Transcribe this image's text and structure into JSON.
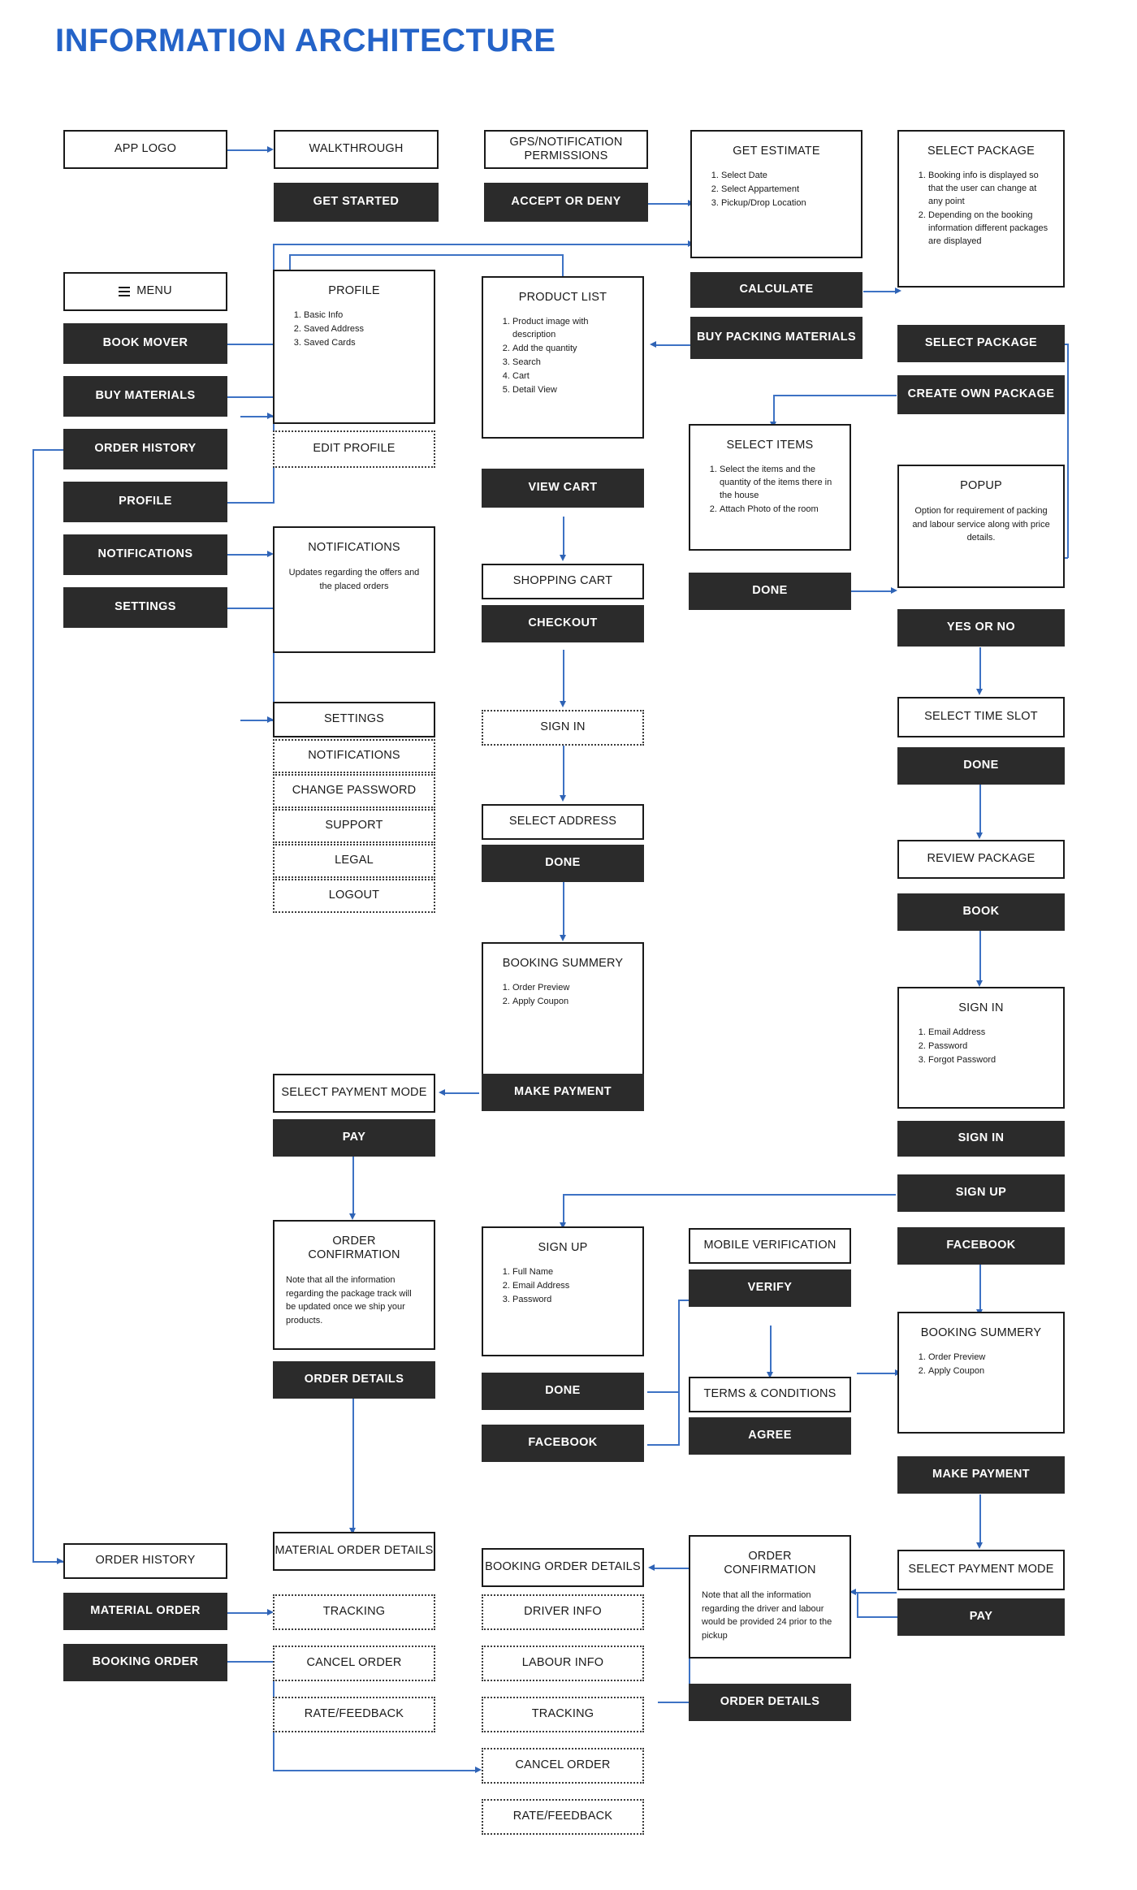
{
  "page": {
    "title": "INFORMATION ARCHITECTURE",
    "accent_color": "#2463c8",
    "connector_color": "#3d72c4",
    "dark_fill": "#2b2b2b"
  },
  "nodes": {
    "app_logo": "APP LOGO",
    "walkthrough": "WALKTHROUGH",
    "get_started": "GET STARTED",
    "gps_permissions": "GPS/NOTIFICATION PERMISSIONS",
    "accept_or_deny": "ACCEPT OR DENY",
    "get_estimate": {
      "title": "GET ESTIMATE",
      "items": [
        "Select Date",
        "Select Appartement",
        "Pickup/Drop Location"
      ]
    },
    "calculate": "CALCULATE",
    "buy_packing_materials": "BUY PACKING MATERIALS",
    "select_package_card": {
      "title": "SELECT PACKAGE",
      "items": [
        "Booking info is displayed so that the user can change at any point",
        "Depending on the booking information different packages are displayed"
      ]
    },
    "select_package_btn": "SELECT PACKAGE",
    "create_own_package": "CREATE OWN PACKAGE",
    "menu": "MENU",
    "menu_items": [
      "BOOK MOVER",
      "BUY MATERIALS",
      "ORDER HISTORY",
      "PROFILE",
      "NOTIFICATIONS",
      "SETTINGS"
    ],
    "profile_card": {
      "title": "PROFILE",
      "items": [
        "Basic Info",
        "Saved Address",
        "Saved Cards"
      ]
    },
    "edit_profile": "EDIT PROFILE",
    "notifications_card": {
      "title": "NOTIFICATIONS",
      "description": "Updates regarding the offers and the placed orders"
    },
    "settings_header": "SETTINGS",
    "settings_items": [
      "NOTIFICATIONS",
      "CHANGE PASSWORD",
      "SUPPORT",
      "LEGAL",
      "LOGOUT"
    ],
    "product_list": {
      "title": "PRODUCT LIST",
      "items": [
        "Product image with description",
        "Add the quantity",
        "Search",
        "Cart",
        "Detail View"
      ]
    },
    "view_cart": "VIEW CART",
    "shopping_cart": "SHOPPING CART",
    "checkout": "CHECKOUT",
    "sign_in_dotted": "SIGN IN",
    "select_address": "SELECT ADDRESS",
    "done_address": "DONE",
    "booking_summery_mid": {
      "title": "BOOKING SUMMERY",
      "items": [
        "Order Preview",
        "Apply Coupon"
      ]
    },
    "make_payment_mid": "MAKE PAYMENT",
    "select_items": {
      "title": "SELECT ITEMS",
      "items": [
        "Select the items and the quantity of  the items there in the house",
        "Attach Photo of the room"
      ]
    },
    "done_items": "DONE",
    "popup": {
      "title": "POPUP",
      "description": "Option for requirement of packing and labour service along with price details."
    },
    "yes_or_no": "YES OR NO",
    "select_time_slot": "SELECT TIME SLOT",
    "done_time_slot": "DONE",
    "review_package": "REVIEW PACKAGE",
    "book": "BOOK",
    "sign_in_card": {
      "title": "SIGN IN",
      "items": [
        "Email Address",
        "Password",
        "Forgot Password"
      ]
    },
    "sign_in_btn": "SIGN IN",
    "sign_up_btn": "SIGN UP",
    "facebook_right": "FACEBOOK",
    "select_payment_mode_left": "SELECT PAYMENT MODE",
    "pay_left": "PAY",
    "order_confirmation_left": {
      "title": "ORDER CONFIRMATION",
      "description": "Note that all the information regarding the package track will be updated once we ship your products."
    },
    "order_details_left": "ORDER DETAILS",
    "sign_up_card": {
      "title": "SIGN UP",
      "items": [
        "Full Name",
        "Email Address",
        "Password"
      ]
    },
    "done_signup": "DONE",
    "facebook_signup": "FACEBOOK",
    "mobile_verification": "MOBILE VERIFICATION",
    "verify": "VERIFY",
    "terms_conditions": "TERMS & CONDITIONS",
    "agree": "AGREE",
    "booking_summery_right": {
      "title": "BOOKING SUMMERY",
      "items": [
        "Order Preview",
        "Apply Coupon"
      ]
    },
    "make_payment_right": "MAKE PAYMENT",
    "select_payment_mode_right": "SELECT PAYMENT MODE",
    "pay_right": "PAY",
    "order_history": "ORDER HISTORY",
    "material_order": "MATERIAL ORDER",
    "booking_order": "BOOKING ORDER",
    "material_order_details": "MATERIAL ORDER DETAILS",
    "material_order_items": [
      "TRACKING",
      "CANCEL ORDER",
      "RATE/FEEDBACK"
    ],
    "booking_order_details": "BOOKING ORDER DETAILS",
    "booking_order_items": [
      "DRIVER INFO",
      "LABOUR INFO",
      "TRACKING",
      "CANCEL ORDER",
      "RATE/FEEDBACK"
    ],
    "order_confirmation_bottom": {
      "title": "ORDER CONFIRMATION",
      "description": "Note that all the information regarding the driver and labour would be provided 24 prior to the pickup"
    },
    "order_details_bottom": "ORDER DETAILS"
  }
}
